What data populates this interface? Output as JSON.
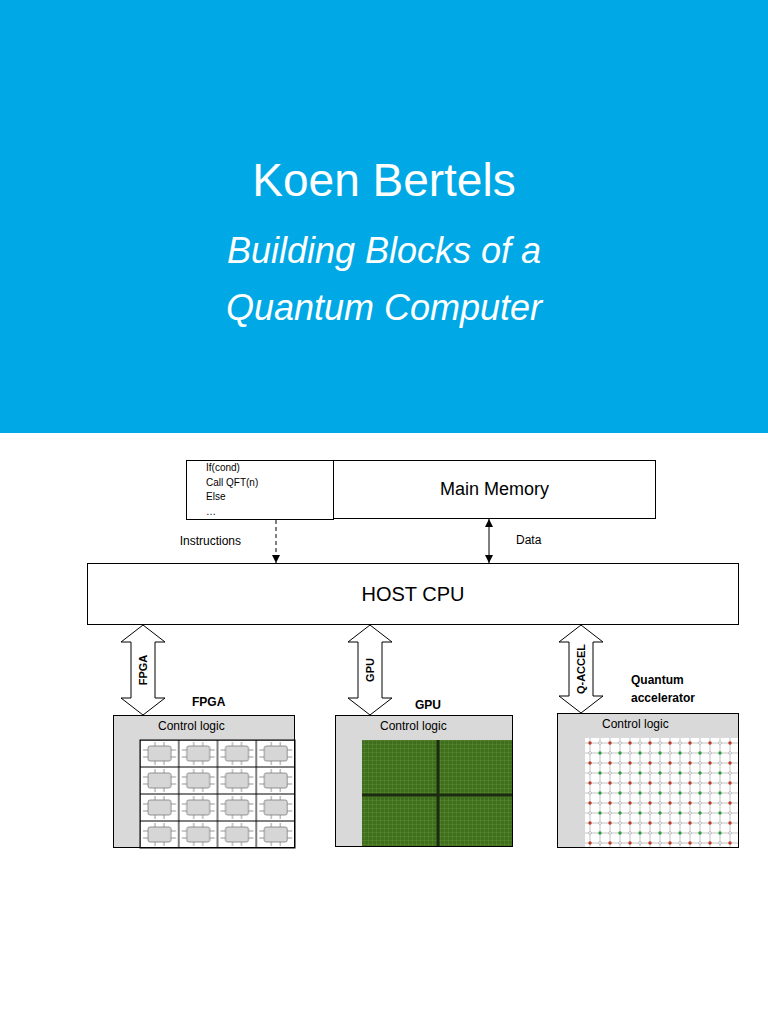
{
  "diagram": {
    "title": "Koen Bertels",
    "nodes": [
      {
        "text": [
          "If(cond)",
          "Call QFT(n)",
          "Else",
          "…"
        ]
      },
      {
        "text": [
          "Main Memory"
        ]
      },
      {
        "text": [
          "HOST CPU"
        ]
      },
      {
        "text": [
          "FPGA",
          "Control logic"
        ]
      },
      {
        "text": [
          "GPU",
          "Control logic"
        ]
      },
      {
        "text": [
          "Quantum accelerator",
          "Control logic"
        ]
      }
    ],
    "edges": [
      {
        "from": 0,
        "to": 2,
        "arrow": "to",
        "label": "Instructions"
      },
      {
        "from": 1,
        "to": 2,
        "arrow": "both",
        "label": "Data"
      },
      {
        "from": 2,
        "to": 3,
        "arrow": "both",
        "label": "FPGA"
      },
      {
        "from": 2,
        "to": 4,
        "arrow": "both",
        "label": "GPU"
      },
      {
        "from": 2,
        "to": 5,
        "arrow": "both",
        "label": "Q-ACCEL"
      }
    ],
    "labels": [
      "Building Blocks of a Quantum Computer"
    ]
  }
}
